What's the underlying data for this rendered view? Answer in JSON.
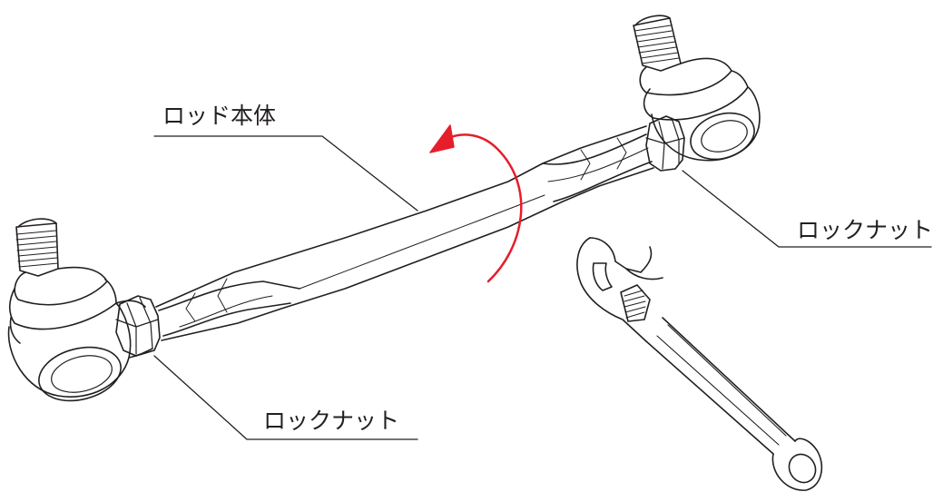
{
  "labels": {
    "rod_body": "ロッド本体",
    "lock_nut_right": "ロックナット",
    "lock_nut_left": "ロックナット"
  },
  "colors": {
    "line": "#231f20",
    "arrow": "#e61e2b",
    "background": "#ffffff"
  },
  "icons": {
    "rotation_arrow": "counterclockwise-arrow",
    "tool": "adjustable-wrench"
  }
}
